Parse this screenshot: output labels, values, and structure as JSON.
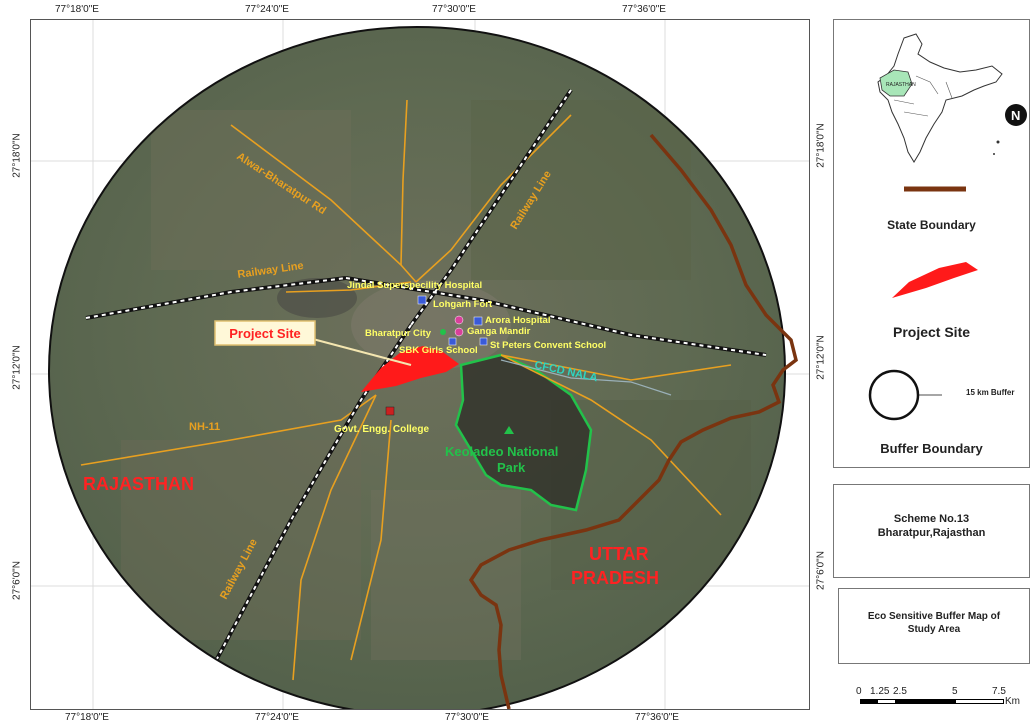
{
  "coords": {
    "top": [
      "77°18'0\"E",
      "77°24'0\"E",
      "77°30'0\"E",
      "77°36'0\"E"
    ],
    "bottom": [
      "77°18'0\"E",
      "77°24'0\"E",
      "77°30'0\"E",
      "77°36'0\"E"
    ],
    "left": [
      "27°18'0\"N",
      "27°12'0\"N",
      "27°6'0\"N"
    ],
    "right": [
      "27°18'0\"N",
      "27°12'0\"N",
      "27°6'0\"N"
    ]
  },
  "map": {
    "labels": {
      "alwar_road": "Alwar-Bharatpur Rd",
      "railway_nw": "Railway Line",
      "railway_ne": "Railway Line",
      "railway_sw": "Railway Line",
      "nh11": "NH-11",
      "rajasthan": "RAJASTHAN",
      "uttar": "UTTAR",
      "pradesh": "PRADESH",
      "cfcd": "CFCD NALA",
      "park_line1": "Keoladeo National",
      "park_line2": "Park",
      "jindal": "Jindal Superspecility Hospital",
      "lohgarh": "Lohgarh Fort",
      "arora": "Arora Hospital",
      "ganga": "Ganga Mandir",
      "bharatpur_city": "Bharatpur City",
      "st_peters": "St Peters Convent School",
      "sbk": "SBK Girls School",
      "college": "Govt. Engg. College",
      "project_callout": "Project Site"
    },
    "colors": {
      "road": "#e8a020",
      "state_boundary": "#7a3410",
      "project_site": "#ff1a1a",
      "park_outline": "#22c24a",
      "state_label": "#ff2222",
      "place_label": "#ffff66",
      "nala_label": "#2fd3c0"
    }
  },
  "legend": {
    "inset_label": "RAJASTHAN",
    "state_boundary": "State Boundary",
    "project_site": "Project Site",
    "buffer_note": "15 km Buffer",
    "buffer_boundary": "Buffer Boundary"
  },
  "scheme": {
    "line1": "Scheme No.13",
    "line2": "Bharatpur,Rajasthan"
  },
  "title": {
    "line1": "Eco Sensitive Buffer Map of",
    "line2": "Study Area"
  },
  "scale": {
    "ticks": [
      "0",
      "1.25",
      "2.5",
      "5",
      "7.5"
    ],
    "unit": "Km"
  }
}
